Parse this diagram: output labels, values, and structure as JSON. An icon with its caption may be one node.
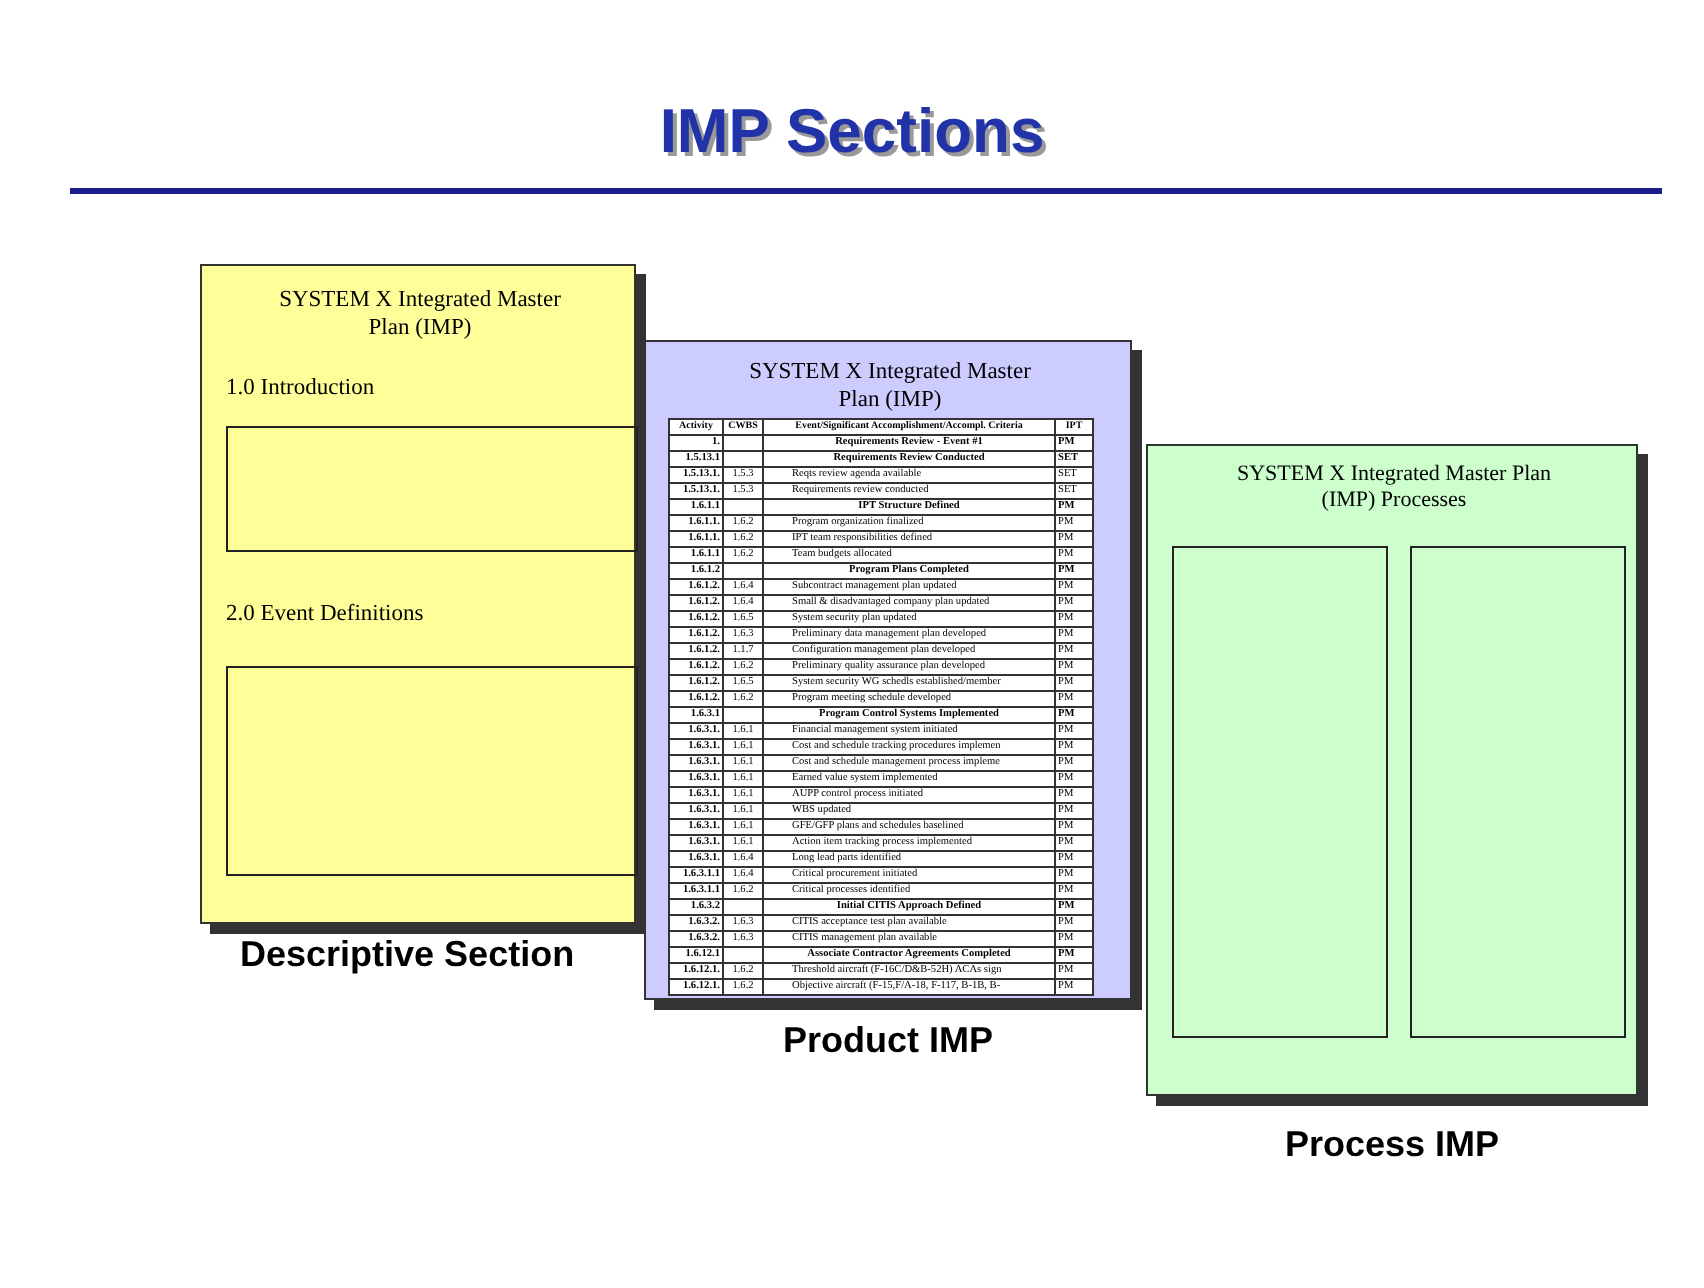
{
  "diagram": {
    "title": "IMP Sections",
    "nodes": [
      {
        "text": [
          "SYSTEM X Integrated Master Plan (IMP)",
          "1.0 Introduction",
          "2.0 Event Definitions"
        ],
        "beside": [
          "Descriptive Section"
        ]
      },
      {
        "text": [],
        "shape": "box",
        "in": 0
      },
      {
        "text": [],
        "shape": "box",
        "in": 0
      },
      {
        "text": [
          "SYSTEM X Integrated Master Plan (IMP)"
        ],
        "beside": [
          "Product IMP"
        ]
      },
      {
        "text": [
          "SYSTEM X Integrated Master Plan (IMP) Processes"
        ],
        "beside": [
          "Process IMP"
        ]
      },
      {
        "text": [],
        "shape": "box",
        "in": 4
      },
      {
        "text": [],
        "shape": "box",
        "in": 4
      }
    ],
    "edges": [],
    "labels": [
      "Activity",
      "CWBS",
      "Event/Significant Accomplishment/Accompl. Criteria",
      "IPT",
      "1.",
      "Requirements Review - Event #1",
      "PM",
      "1.5.13.1",
      "Requirements Review Conducted",
      "SET",
      "1.5.13.1.",
      "1.5.3",
      "Reqts review agenda available",
      "SET",
      "1.5.13.1.",
      "1.5.3",
      "Requirements review conducted",
      "SET",
      "1.6.1.1",
      "IPT Structure Defined",
      "PM",
      "1.6.1.1.",
      "1.6.2",
      "Program organization finalized",
      "PM",
      "1.6.1.1.",
      "1.6.2",
      "IPT team responsibilities defined",
      "PM",
      "1.6.1.1",
      "1.6.2",
      "Team budgets allocated",
      "PM",
      "1.6.1.2",
      "Program Plans Completed",
      "PM",
      "1.6.1.2.",
      "1.6.4",
      "Subcontract management plan updated",
      "PM",
      "1.6.1.2.",
      "1.6.4",
      "Small & disadvantaged company plan updated",
      "PM",
      "1.6.1.2.",
      "1.6.5",
      "System security plan updated",
      "PM",
      "1.6.1.2.",
      "1.6.3",
      "Preliminary data management plan developed",
      "PM",
      "1.6.1.2.",
      "1.1.7",
      "Configuration management plan developed",
      "PM",
      "1.6.1.2.",
      "1.6.2",
      "Preliminary quality assurance plan developed",
      "PM",
      "1.6.1.2.",
      "1.6.5",
      "System security WG schedls established/member",
      "PM",
      "1.6.1.2.",
      "1.6.2",
      "Program meeting schedule developed",
      "PM",
      "1.6.3.1",
      "Program Control Systems Implemented",
      "PM",
      "1.6.3.1.",
      "1.6.1",
      "Financial management system initiated",
      "PM",
      "1.6.3.1.",
      "1.6.1",
      "Cost and schedule tracking procedures implemen",
      "PM",
      "1.6.3.1.",
      "1.6.1",
      "Cost and schedule management process impleme",
      "PM",
      "1.6.3.1.",
      "1.6.1",
      "Earned value system implemented",
      "PM",
      "1.6.3.1.",
      "1.6.1",
      "AUPP control process initiated",
      "PM",
      "1.6.3.1.",
      "1.6.1",
      "WBS updated",
      "PM",
      "1.6.3.1.",
      "1.6.1",
      "GFE/GFP plans and schedules baselined",
      "PM",
      "1.6.3.1.",
      "1.6.1",
      "Action item tracking process implemented",
      "PM",
      "1.6.3.1.",
      "1.6.4",
      "Long lead parts identified",
      "PM",
      "1.6.3.1.1",
      "1.6.4",
      "Critical procurement initiated",
      "PM",
      "1.6.3.1.1",
      "1.6.2",
      "Critical processes identified",
      "PM",
      "1.6.3.2",
      "Initial CITIS Approach Defined",
      "PM",
      "1.6.3.2.",
      "1.6.3",
      "CITIS acceptance test plan available",
      "PM",
      "1.6.3.2.",
      "1.6.3",
      "CITIS management plan available",
      "PM",
      "1.6.12.1",
      "Associate Contractor Agreements Completed",
      "PM",
      "1.6.12.1.",
      "1.6.2",
      "Threshold aircraft (F-16C/D&B-52H) ACAs sign",
      "PM",
      "1.6.12.1.",
      "1.6.2",
      "Objective aircraft (F-15,F/A-18, F-117, B-1B, B-",
      "PM"
    ]
  }
}
